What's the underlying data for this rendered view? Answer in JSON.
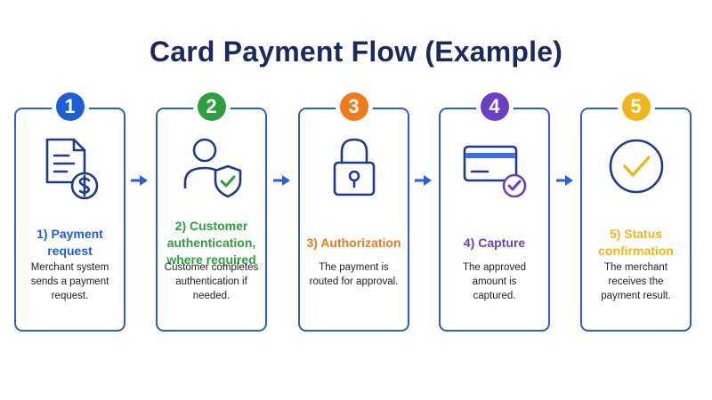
{
  "title": "Card Payment Flow (Example)",
  "steps": [
    {
      "number": "1",
      "title": "1) Payment\nrequest",
      "description": "Merchant system\nsends a payment\nrequest.",
      "color": "#1f5fd6",
      "icon": "document-dollar-icon"
    },
    {
      "number": "2",
      "title": "2) Customer\nauthentication,\nwhere required",
      "description": "Customer completes\nauthentication if\nneeded.",
      "color": "#2e9e3e",
      "icon": "user-shield-check-icon"
    },
    {
      "number": "3",
      "title": "3) Authorization",
      "description": "The payment is\nrouted for approval.",
      "color": "#f07a1a",
      "icon": "padlock-icon"
    },
    {
      "number": "4",
      "title": "4) Capture",
      "description": "The approved\namount is\ncaptured.",
      "color": "#6a3fc4",
      "icon": "credit-card-check-icon"
    },
    {
      "number": "5",
      "title": "5) Status\nconfirmation",
      "description": "The merchant\nreceives the\npayment result.",
      "color": "#f2b51c",
      "icon": "check-circle-icon"
    }
  ],
  "colors": {
    "border": "#2f5fc4",
    "icon_stroke": "#1f3a8a",
    "arrow": "#2563d6",
    "title": "#1a2a5e"
  }
}
